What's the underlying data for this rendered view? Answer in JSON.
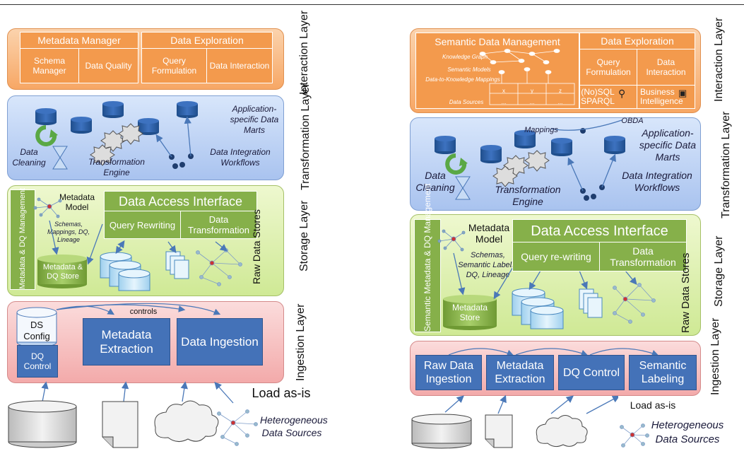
{
  "left": {
    "interaction": {
      "layer_label": "Interaction Layer",
      "metadata_manager": "Metadata Manager",
      "schema_manager": "Schema Manager",
      "data_quality": "Data Quality",
      "data_exploration": "Data Exploration",
      "query_formulation": "Query Formulation",
      "data_interaction": "Data Interaction"
    },
    "transformation": {
      "layer_label": "Transformation Layer",
      "app_data_marts": "Application-specific Data Marts",
      "data_cleaning": "Data Cleaning",
      "transformation_engine": "Transformation Engine",
      "data_integration_workflows": "Data Integration Workflows"
    },
    "storage": {
      "layer_label": "Storage Layer",
      "metadata_dq_management": "Metadata & DQ Management",
      "metadata_model": "Metadata Model",
      "schemas_text": "Schemas, Mappings, DQ, Lineage",
      "metadata_dq_store": "Metadata & DQ Store",
      "data_access_interface": "Data Access Interface",
      "query_rewriting": "Query Rewriting",
      "data_transformation": "Data Transformation",
      "raw_data_stores": "Raw Data Stores"
    },
    "ingestion": {
      "layer_label": "Ingestion Layer",
      "ds_config": "DS Config",
      "dq_control": "DQ Control",
      "controls": "controls",
      "metadata_extraction": "Metadata Extraction",
      "data_ingestion": "Data Ingestion"
    },
    "sources": {
      "load_as_is": "Load as-is",
      "heterogeneous": "Heterogeneous Data Sources"
    }
  },
  "right": {
    "interaction": {
      "layer_label": "Interaction Layer",
      "semantic_data_management": "Semantic Data Management",
      "knowledge_graph": "Knowledge Graph",
      "semantic_models": "Semantic Models",
      "data_to_knowledge": "Data-to-Knowledge Mappings",
      "data_sources": "Data Sources",
      "table_x": "x",
      "table_y": "y",
      "table_z": "z",
      "table_dots": "...",
      "data_exploration": "Data Exploration",
      "query_formulation": "Query Formulation",
      "data_interaction": "Data Interaction",
      "nosql_sparql": "(No)SQL SPARQL",
      "business_intelligence": "Business Intelligence"
    },
    "transformation": {
      "layer_label": "Transformation Layer",
      "mappings": "Mappings",
      "obda": "OBDA",
      "app_data_marts": "Application-specific Data Marts",
      "data_cleaning": "Data Cleaning",
      "transformation_engine": "Transformation Engine",
      "data_integration_workflows": "Data Integration Workflows"
    },
    "storage": {
      "layer_label": "Storage Layer",
      "semantic_metadata_dq": "Semantic Metadata & DQ Management",
      "metadata_model": "Metadata Model",
      "schemas_text": "Schemas, Semantic Labels, DQ, Lineage",
      "metadata_store": "Metadata Store",
      "data_access_interface": "Data Access Interface",
      "query_rewriting": "Query re-writing",
      "data_transformation": "Data Transformation",
      "raw_data_stores": "Raw Data Stores"
    },
    "ingestion": {
      "layer_label": "Ingestion Layer",
      "raw_data_ingestion": "Raw Data Ingestion",
      "metadata_extraction": "Metadata Extraction",
      "dq_control": "DQ Control",
      "semantic_labeling": "Semantic Labeling"
    },
    "sources": {
      "load_as_is": "Load as-is",
      "heterogeneous": "Heterogeneous Data Sources"
    }
  }
}
